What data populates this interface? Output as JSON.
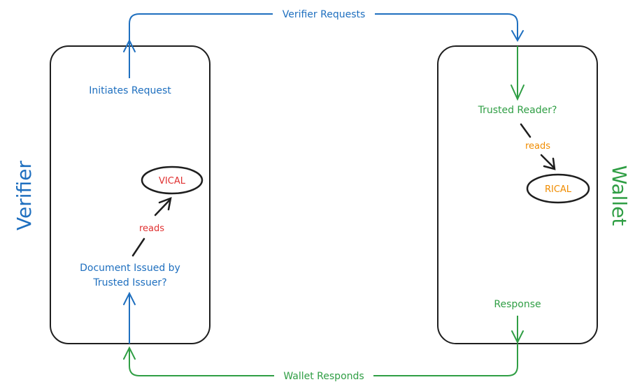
{
  "colors": {
    "verifier": "#1e6fbf",
    "wallet": "#2f9e44",
    "vical": "#e03131",
    "rical": "#f08c00",
    "outline": "#1e1e1e"
  },
  "verifier": {
    "title": "Verifier",
    "initiates": "Initiates Request",
    "doc_line1": "Document Issued by",
    "doc_line2": "Trusted Issuer?",
    "reads": "reads",
    "vical": "VICAL"
  },
  "wallet": {
    "title": "Wallet",
    "trusted_reader": "Trusted Reader?",
    "reads": "reads",
    "rical": "RICAL",
    "response": "Response"
  },
  "flows": {
    "verifier_requests": "Verifier Requests",
    "wallet_responds": "Wallet Responds"
  }
}
